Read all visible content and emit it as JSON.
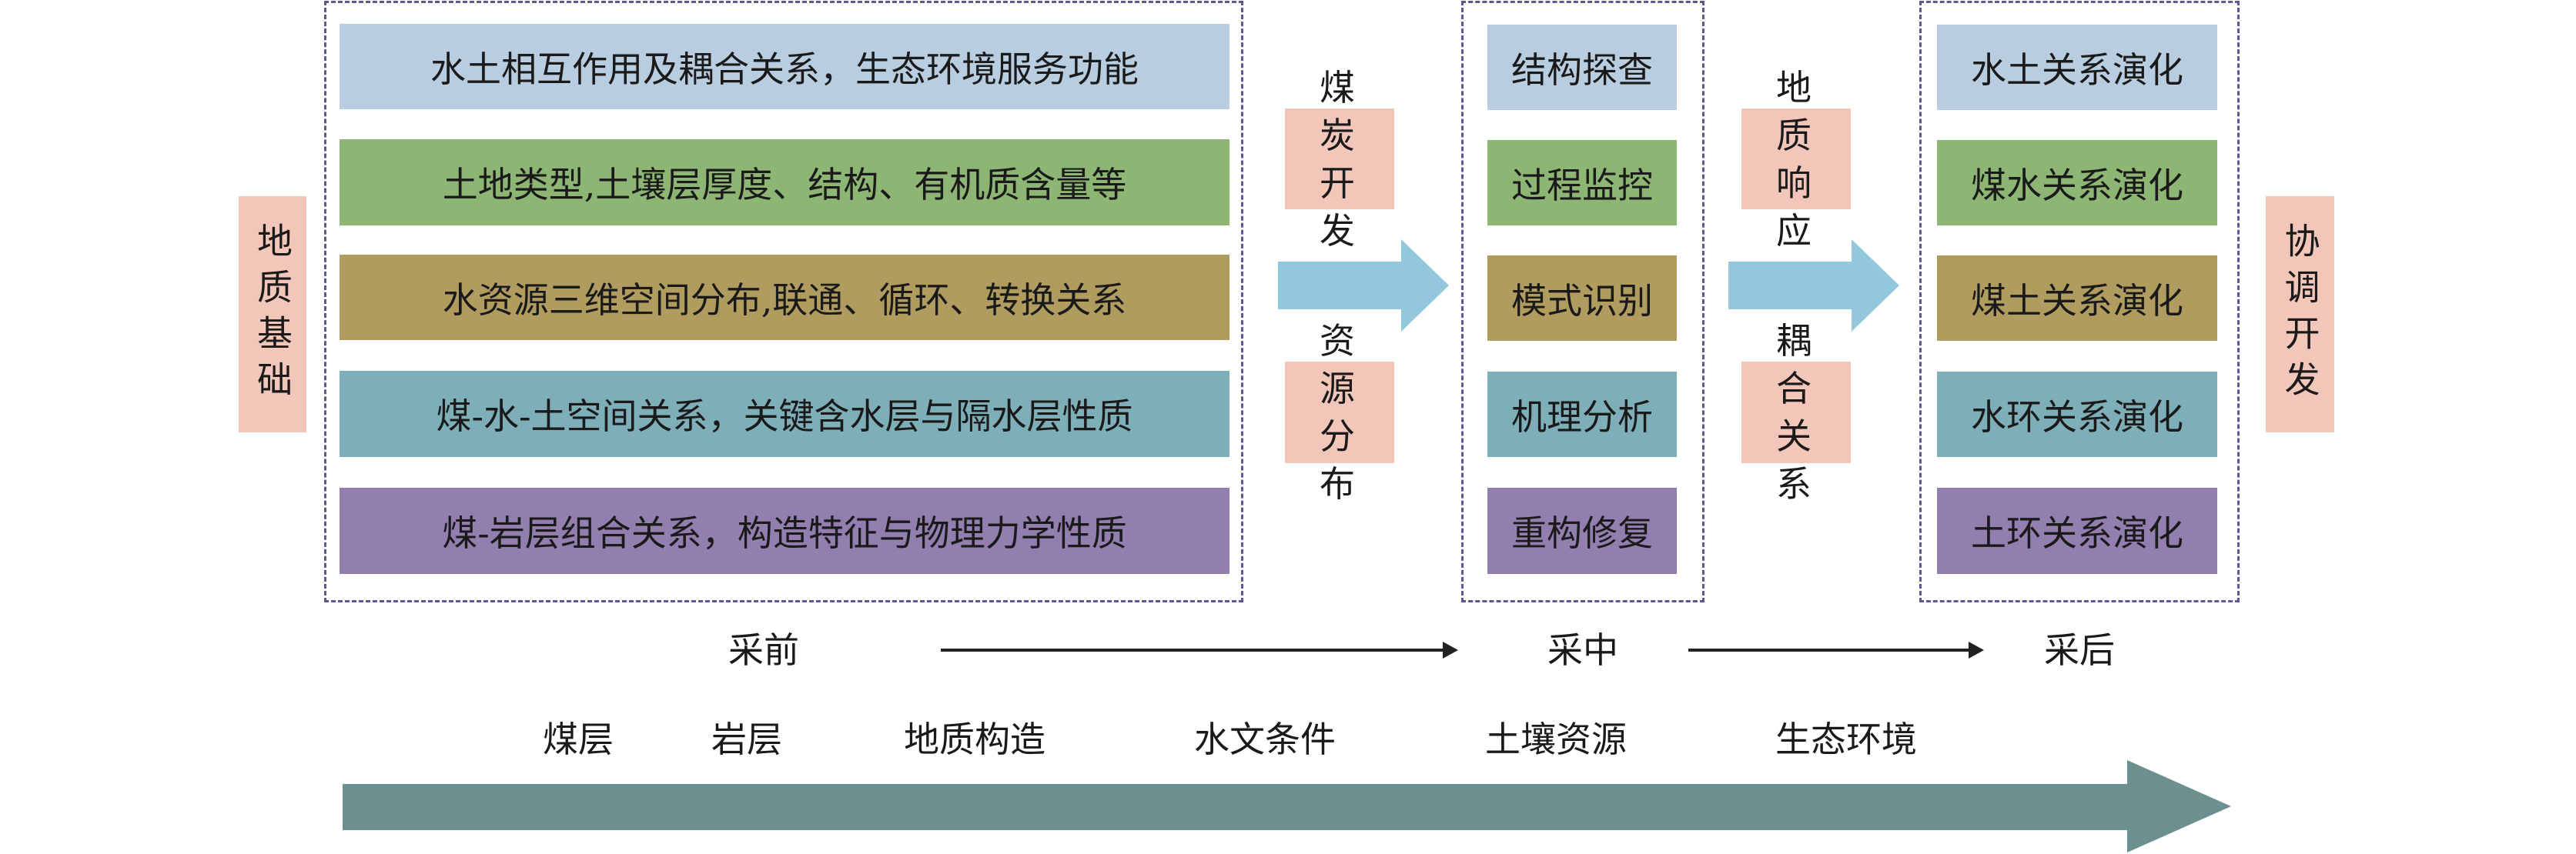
{
  "left_label": "地质基础",
  "right_label": "协调开发",
  "pre_mining": {
    "items": [
      "水土相互作用及耦合关系，生态环境服务功能",
      "土地类型,土壤层厚度、结构、有机质含量等",
      "水资源三维空间分布,联通、循环、转换关系",
      "煤-水-土空间关系，关键含水层与隔水层性质",
      "煤-岩层组合关系，构造特征与物理力学性质"
    ]
  },
  "connector1": {
    "top": "煤炭开发",
    "bottom": "资源分布"
  },
  "mid_mining": {
    "items": [
      "结构探查",
      "过程监控",
      "模式识别",
      "机理分析",
      "重构修复"
    ]
  },
  "connector2": {
    "top": "地质响应",
    "bottom": "耦合关系"
  },
  "post_mining": {
    "items": [
      "水土关系演化",
      "煤水关系演化",
      "煤土关系演化",
      "水环关系演化",
      "土环关系演化"
    ]
  },
  "stages": {
    "pre": "采前",
    "mid": "采中",
    "post": "采后"
  },
  "elements": [
    "煤层",
    "岩层",
    "地质构造",
    "水文条件",
    "土壤资源",
    "生态环境"
  ],
  "colors": {
    "row_colors": [
      "#b9cde0",
      "#8db573",
      "#b19c60",
      "#7eaeb8",
      "#937faf"
    ],
    "pink": "#f2c6b8",
    "flow_arrow": "#93c7dc",
    "bottom_arrow": "#6c8f8f",
    "dashed_border": "#5a5a90"
  }
}
